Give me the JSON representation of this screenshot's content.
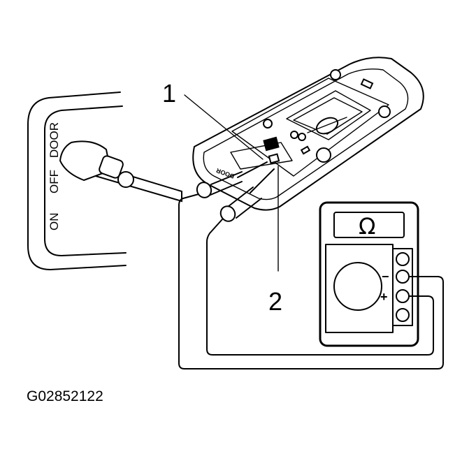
{
  "callouts": {
    "one": "1",
    "two": "2"
  },
  "switch_positions": {
    "on": "ON",
    "off": "OFF",
    "door": "DOOR"
  },
  "lamp_marking": "DOOR",
  "meter": {
    "unit_symbol": "Ω",
    "minus_mark": "−",
    "plus_mark": "+"
  },
  "figure_id": "G02852122"
}
